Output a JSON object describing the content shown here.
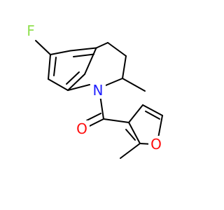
{
  "molecule": {
    "atoms": {
      "fluorine": "F",
      "nitrogen": "N",
      "carbonyl_oxygen": "O",
      "furan_oxygen": "O"
    },
    "colors": {
      "fluorine": "#90E050",
      "nitrogen": "#2020FF",
      "oxygen": "#FF0D0D",
      "bond": "#000000",
      "background": "#FFFFFF"
    }
  }
}
